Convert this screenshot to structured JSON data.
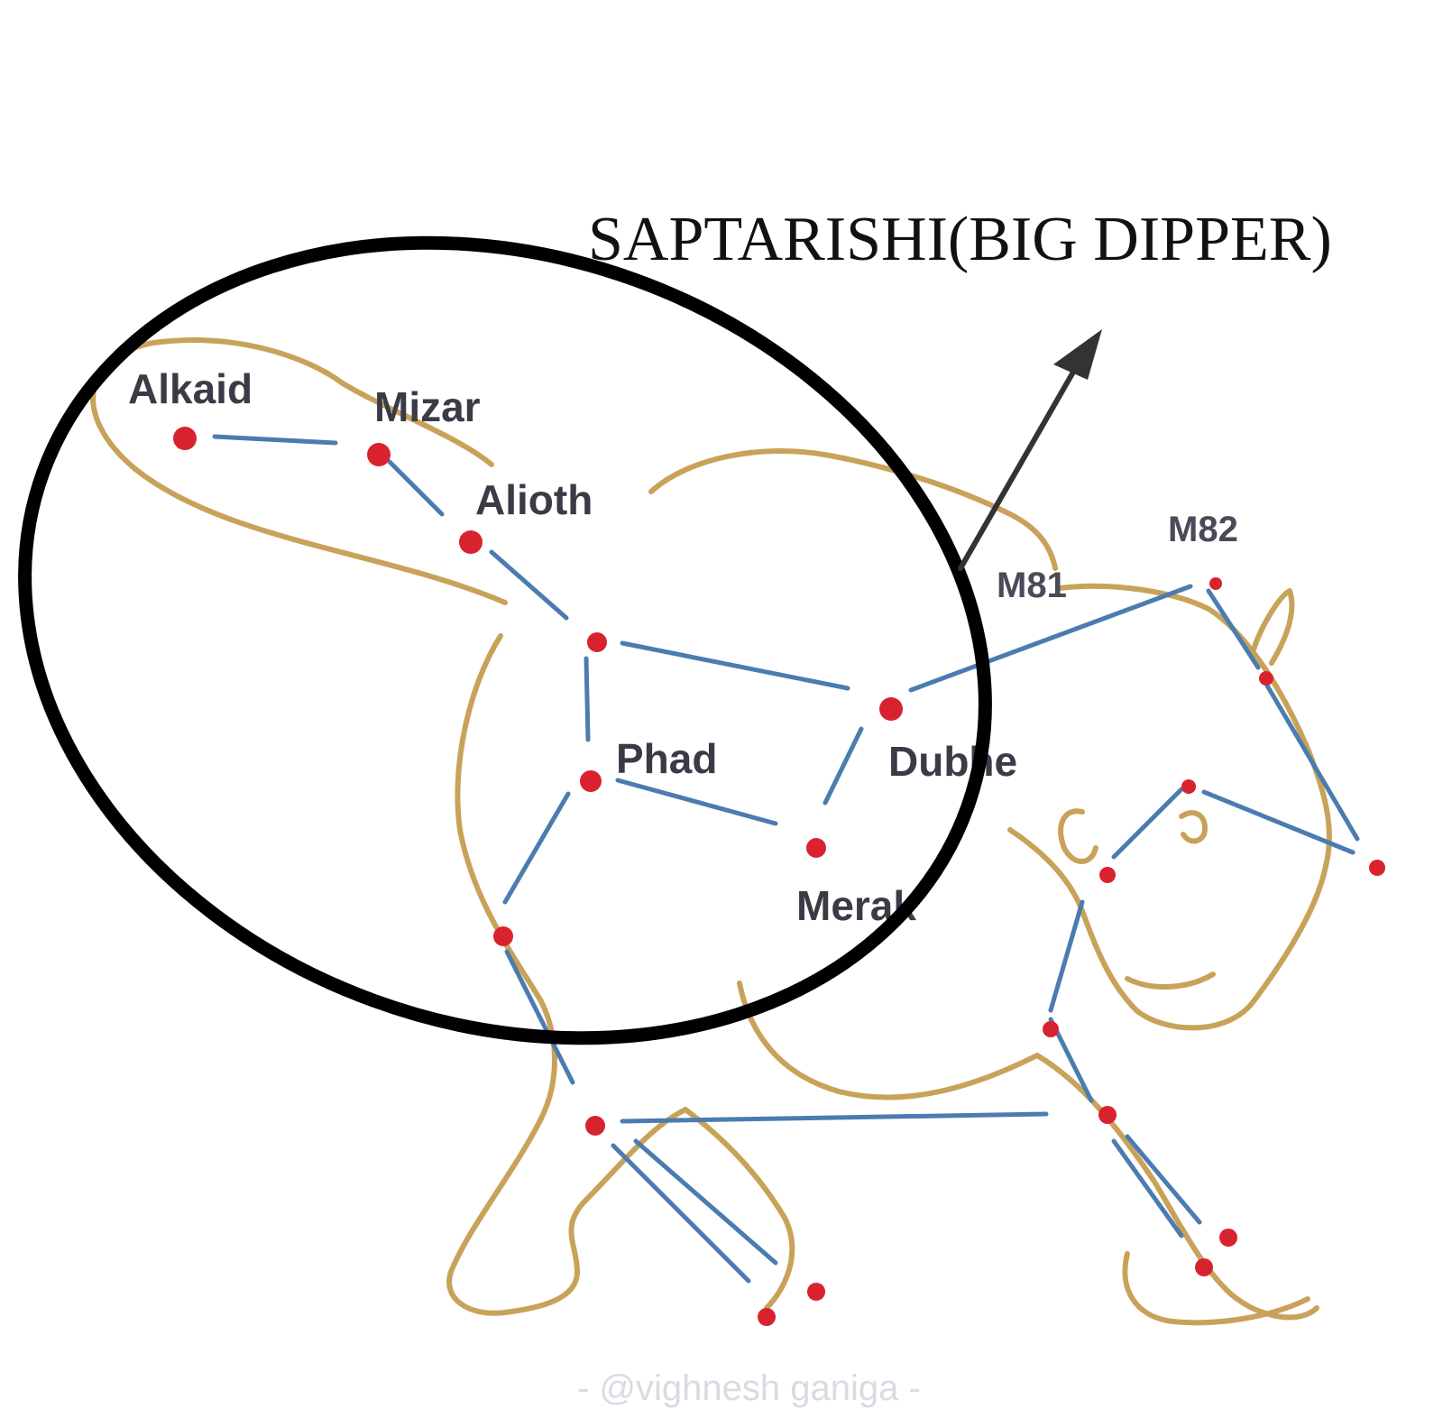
{
  "title": "SAPTARISHI(BIG DIPPER)",
  "stars": {
    "alkaid": "Alkaid",
    "mizar": "Mizar",
    "alioth": "Alioth",
    "phad": "Phad",
    "dubhe": "Dubhe",
    "merak": "Merak"
  },
  "objects": {
    "m81": "M81",
    "m82": "M82"
  },
  "watermark": "- @vighnesh ganiga -",
  "colors": {
    "outline": "#c9a25a",
    "line": "#4a7cb0",
    "star": "#d8232e",
    "ellipse": "#000000",
    "text": "#3b3b48"
  }
}
